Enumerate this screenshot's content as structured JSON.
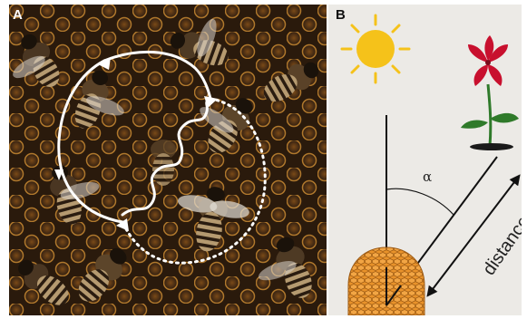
{
  "panels": {
    "a": {
      "label": "A"
    },
    "b": {
      "label": "B"
    }
  },
  "diagram": {
    "angle_label": "α",
    "distance_label": "distance"
  },
  "colors": {
    "sun": "#f5c21a",
    "hive": "#e8922a",
    "flower": "#c8102e",
    "stem": "#2f7a2a",
    "panel_b_bg": "#eceae6",
    "comb_dark": "#3a2412",
    "comb_light": "#b0782c"
  }
}
